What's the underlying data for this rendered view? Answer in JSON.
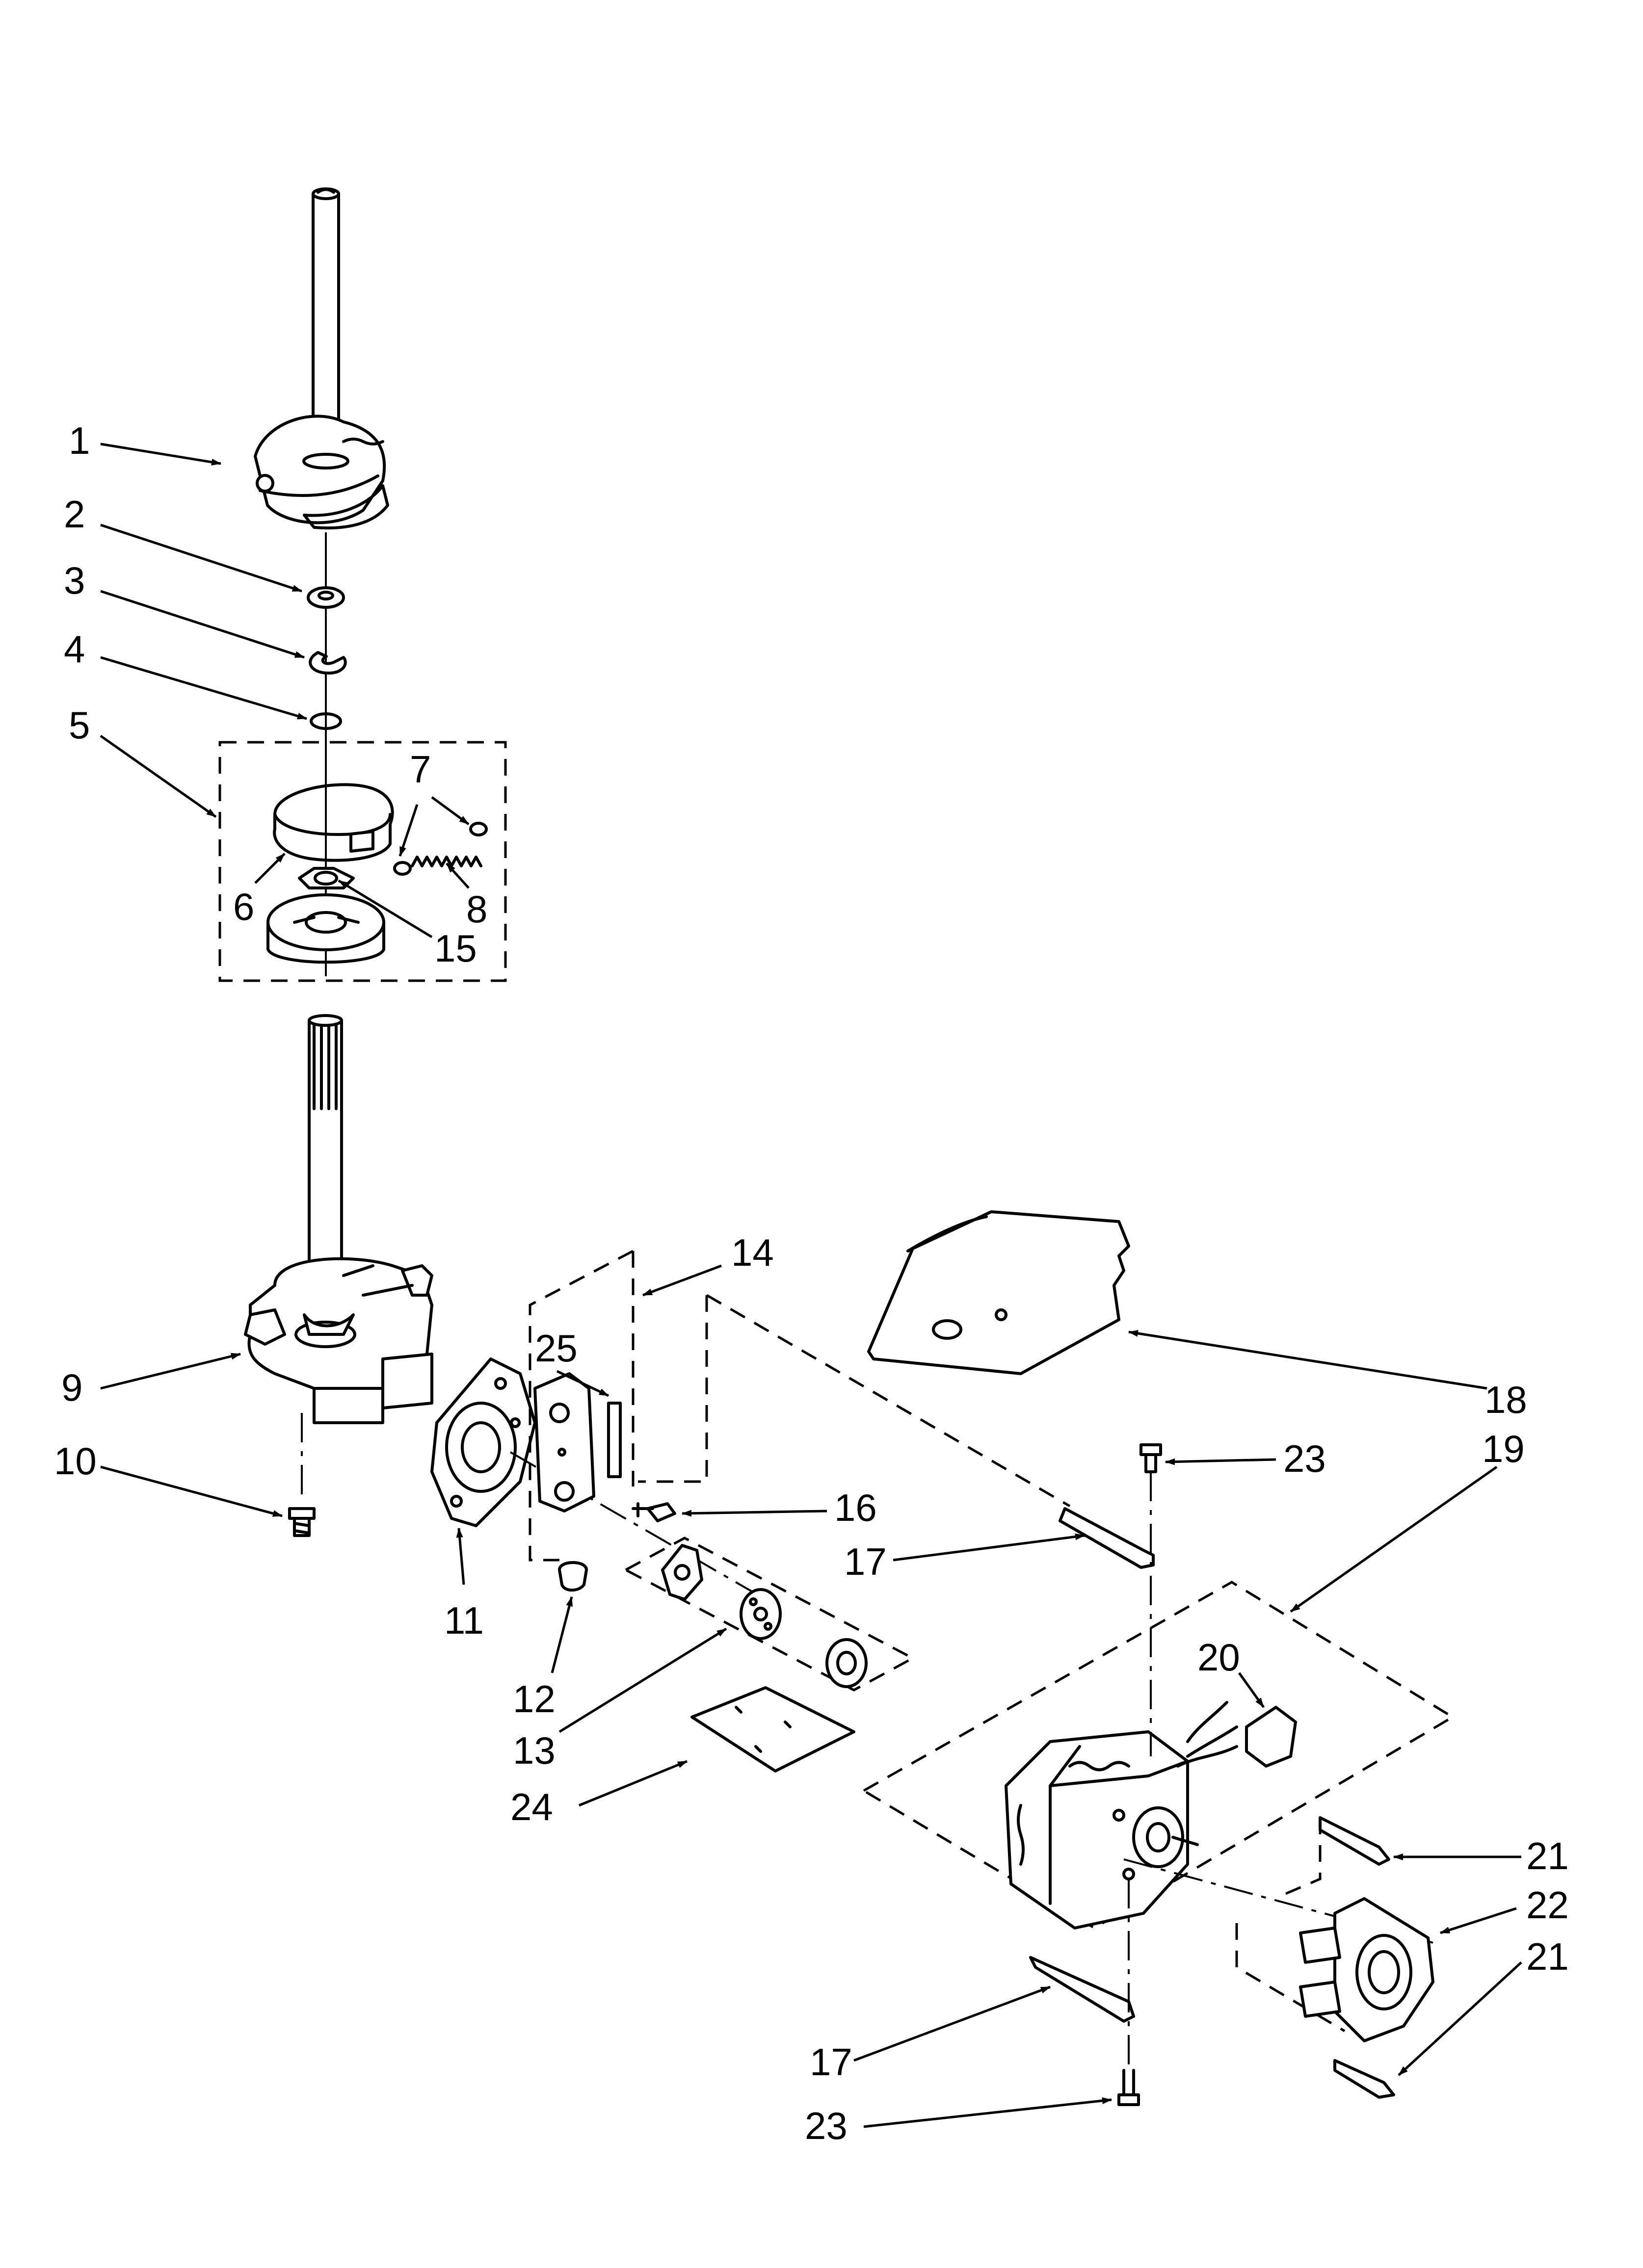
{
  "callouts": [
    {
      "id": "c1",
      "text": "1"
    },
    {
      "id": "c2",
      "text": "2"
    },
    {
      "id": "c3",
      "text": "3"
    },
    {
      "id": "c4",
      "text": "4"
    },
    {
      "id": "c5",
      "text": "5"
    },
    {
      "id": "c6",
      "text": "6"
    },
    {
      "id": "c7",
      "text": "7"
    },
    {
      "id": "c8",
      "text": "8"
    },
    {
      "id": "c9",
      "text": "9"
    },
    {
      "id": "c10",
      "text": "10"
    },
    {
      "id": "c11",
      "text": "11"
    },
    {
      "id": "c12",
      "text": "12"
    },
    {
      "id": "c13",
      "text": "13"
    },
    {
      "id": "c14",
      "text": "14"
    },
    {
      "id": "c15",
      "text": "15"
    },
    {
      "id": "c16",
      "text": "16"
    },
    {
      "id": "c17a",
      "text": "17"
    },
    {
      "id": "c17b",
      "text": "17"
    },
    {
      "id": "c18",
      "text": "18"
    },
    {
      "id": "c19",
      "text": "19"
    },
    {
      "id": "c20",
      "text": "20"
    },
    {
      "id": "c21a",
      "text": "21"
    },
    {
      "id": "c21b",
      "text": "21"
    },
    {
      "id": "c22",
      "text": "22"
    },
    {
      "id": "c23a",
      "text": "23"
    },
    {
      "id": "c23b",
      "text": "23"
    },
    {
      "id": "c24",
      "text": "24"
    },
    {
      "id": "c25",
      "text": "25"
    }
  ]
}
